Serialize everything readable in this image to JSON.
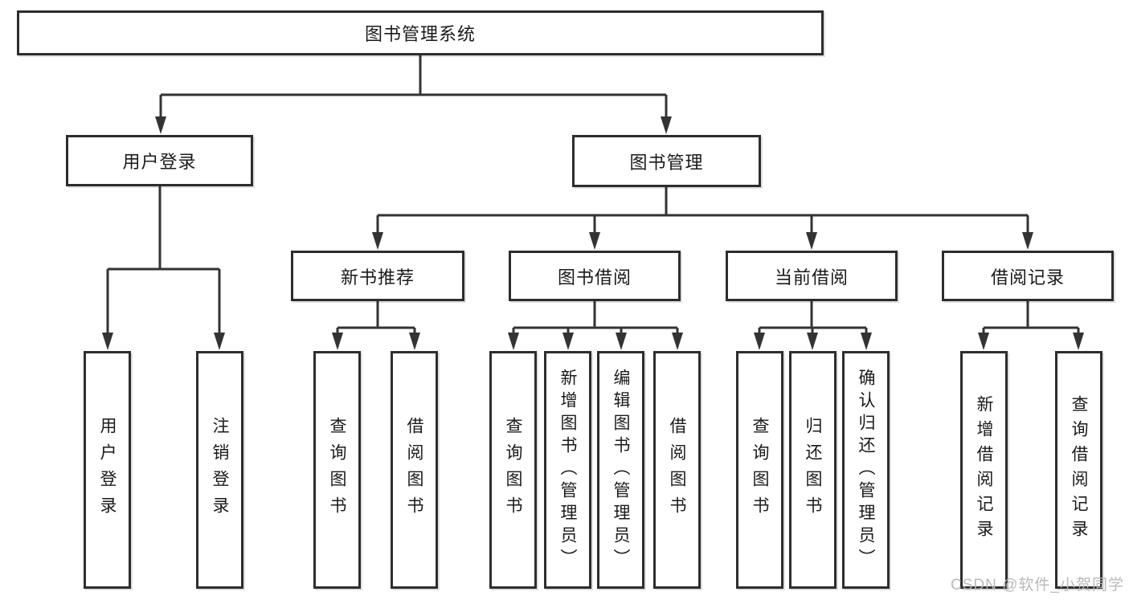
{
  "diagram": {
    "root": {
      "label": "图书管理系统"
    },
    "level2": [
      {
        "label": "用户登录"
      },
      {
        "label": "图书管理"
      }
    ],
    "level3": [
      {
        "label": "新书推荐"
      },
      {
        "label": "图书借阅"
      },
      {
        "label": "当前借阅"
      },
      {
        "label": "借阅记录"
      }
    ],
    "leaves": {
      "user_login": [
        {
          "label": "用户登录"
        },
        {
          "label": "注销登录"
        }
      ],
      "new_book": [
        {
          "label": "查询图书"
        },
        {
          "label": "借阅图书"
        }
      ],
      "book_borrow": [
        {
          "label": "查询图书"
        },
        {
          "label": "新增图书（管理员）"
        },
        {
          "label": "编辑图书（管理员）"
        },
        {
          "label": "借阅图书"
        }
      ],
      "current_borrow": [
        {
          "label": "查询图书"
        },
        {
          "label": "归还图书"
        },
        {
          "label": "确认归还（管理员）"
        }
      ],
      "borrow_record": [
        {
          "label": "新增借阅记录"
        },
        {
          "label": "查询借阅记录"
        }
      ]
    }
  },
  "watermark": {
    "text": "CSDN @软件_小贺同学"
  },
  "colors": {
    "line": "#333333",
    "box_border": "#2d2d2d",
    "box_fill": "#ffffff",
    "text": "#1a1a1a",
    "watermark": "#b6b6b6"
  }
}
